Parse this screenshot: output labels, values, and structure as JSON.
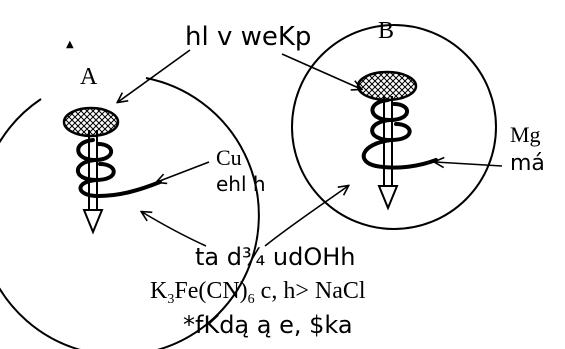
{
  "labels": {
    "dish_a": "A",
    "dish_b": "B",
    "top_marker": "▲",
    "pointer_top": "hl v weKp",
    "cu": "Cu",
    "cu_sub": "ehl h",
    "mg": "Mg",
    "mg_sub": "má",
    "bottom_line1": "ta d¾ udOHh",
    "formula": {
      "k": "K",
      "k_sub": "3",
      "fe": "Fe(CN)",
      "fe_sub": "6",
      "rest": " c, h> NaCl"
    },
    "bottom_line3": "*fKdą ą e, $ka"
  },
  "colors": {
    "ink": "#000000",
    "background": "#ffffff"
  }
}
